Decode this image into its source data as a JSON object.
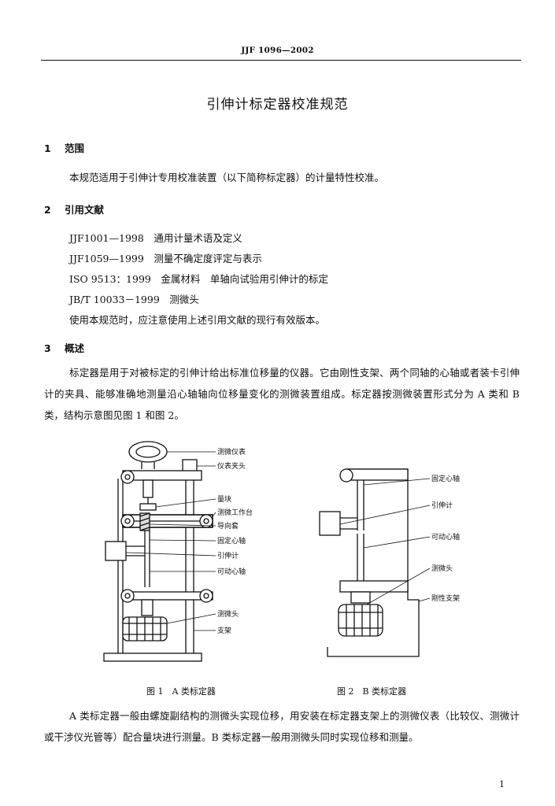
{
  "header": {
    "code": "JJF 1096—2002"
  },
  "title": "引伸计标定器校准规范",
  "sections": [
    {
      "num": "1",
      "title": "范围"
    },
    {
      "num": "2",
      "title": "引用文献"
    },
    {
      "num": "3",
      "title": "概述"
    }
  ],
  "scope_text": "本规范适用于引伸计专用校准装置（以下简称标定器）的计量特性校准。",
  "references": [
    "JJF1001—1998　通用计量术语及定义",
    "JJF1059—1999　测量不确定度评定与表示",
    "ISO 9513：1999　金属材料　单轴向试验用引伸计的标定",
    "JB/T 10033－1999　测微头"
  ],
  "references_note": "使用本规范时，应注意使用上述引用文献的现行有效版本。",
  "overview_para1": "标定器是用于对被标定的引伸计给出标准位移量的仪器。它由刚性支架、两个同轴的心轴或者装卡引伸计的夹具、能够准确地测量沿心轴轴向位移量变化的测微装置组成。标定器按测微装置形式分为 A 类和 B 类，结构示意图见图 1 和图 2。",
  "overview_para2": "A 类标定器一般由螺旋副结构的测微头实现位移，用安装在标定器支架上的测微仪表（比较仪、测微计或干涉仪光管等）配合量块进行测量。B 类标定器一般用测微头同时实现位移和测量。",
  "figure1": {
    "caption": "图 1　A 类标定器",
    "labels": [
      "测微仪表",
      "仪表夹头",
      "量块",
      "测微工作台",
      "导向套",
      "固定心轴",
      "引伸计",
      "可动心轴",
      "测微头",
      "支架"
    ]
  },
  "figure2": {
    "caption": "图 2　B 类标定器",
    "labels": [
      "固定心轴",
      "引伸计",
      "可动心轴",
      "测微头",
      "刚性支架"
    ]
  },
  "page_number": "1"
}
